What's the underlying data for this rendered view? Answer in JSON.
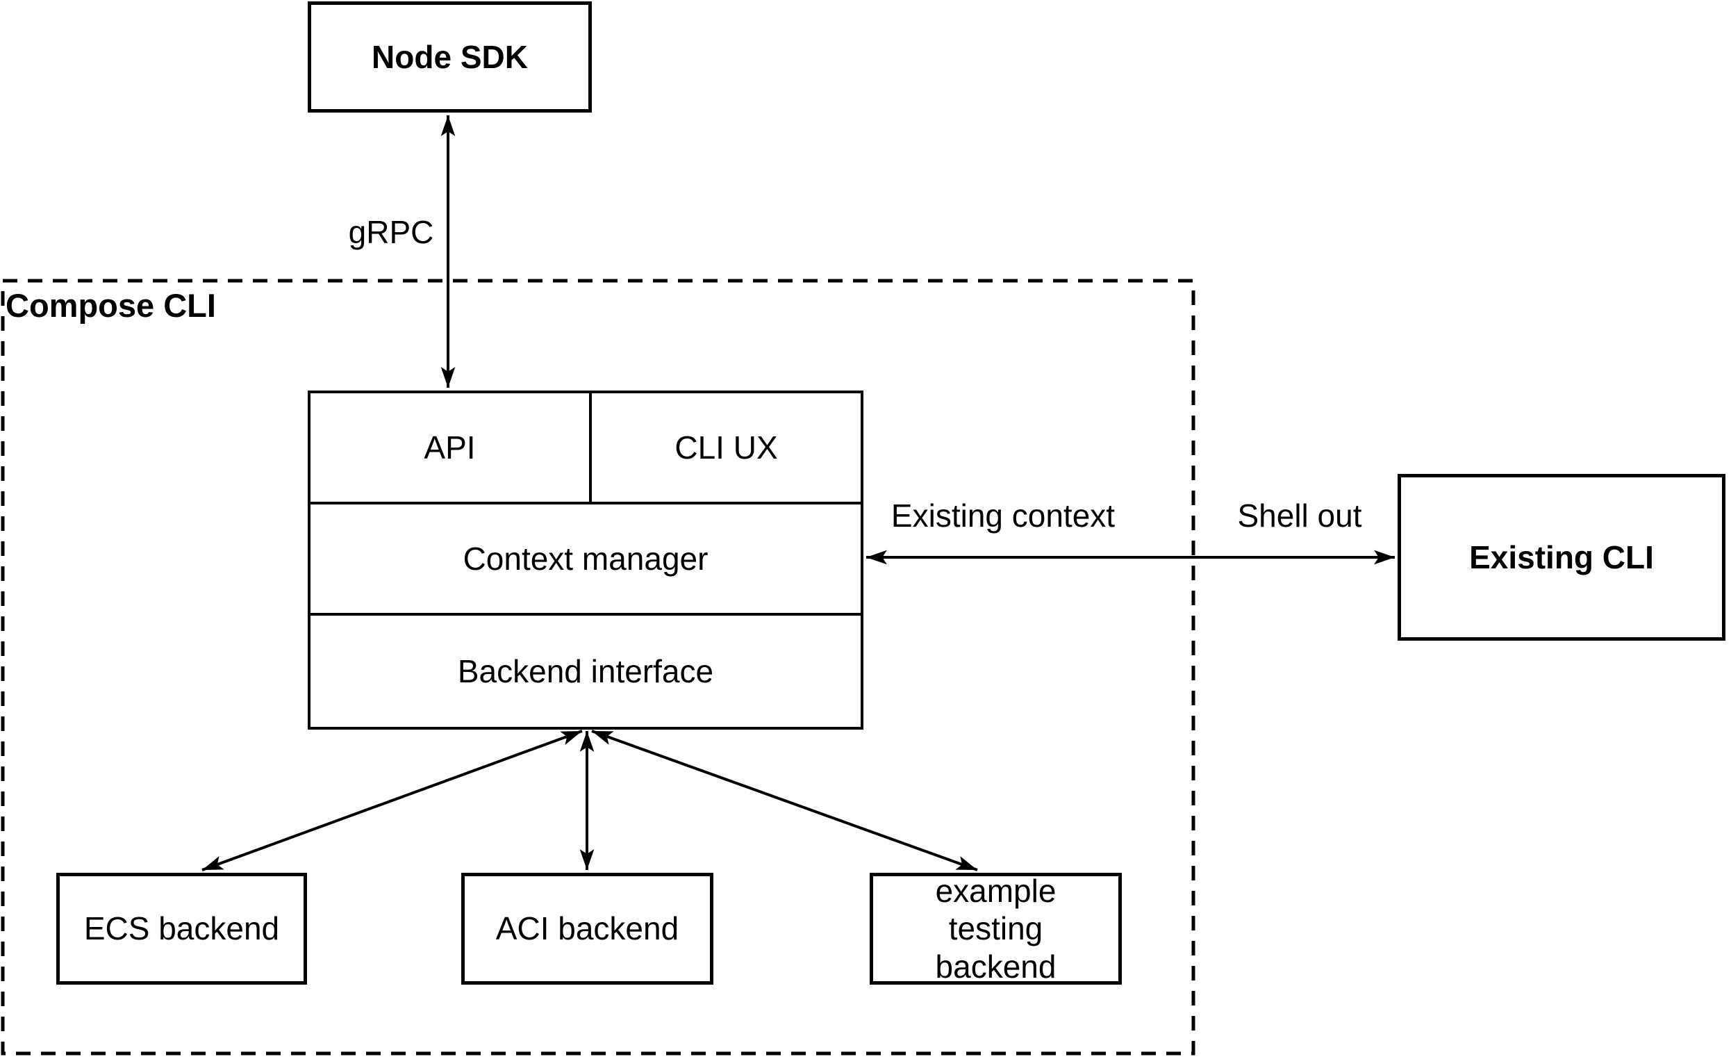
{
  "diagram": {
    "background_color": "#ffffff",
    "line_color": "#000000",
    "text_color": "#000000",
    "group": {
      "label": "Compose CLI"
    },
    "nodes": {
      "node_sdk": {
        "label": "Node SDK"
      },
      "api": {
        "label": "API"
      },
      "cli_ux": {
        "label": "CLI UX"
      },
      "context_manager": {
        "label": "Context manager"
      },
      "backend_interface": {
        "label": "Backend interface"
      },
      "ecs_backend": {
        "label": "ECS backend"
      },
      "aci_backend": {
        "label": "ACI backend"
      },
      "example_testing_backend": {
        "label": "example testing backend"
      },
      "existing_cli": {
        "label": "Existing CLI"
      }
    },
    "edges": {
      "grpc": {
        "label": "gRPC"
      },
      "existing_context": {
        "label": "Existing context"
      },
      "shell_out": {
        "label": "Shell out"
      }
    }
  }
}
